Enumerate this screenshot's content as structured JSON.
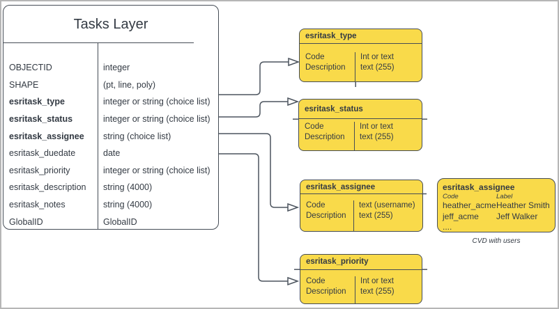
{
  "colors": {
    "box_fill": "#f9da4a",
    "box_stroke": "#454c55",
    "connector": "#4c545e",
    "text": "#333a43",
    "frame_border": "#b6b6b6"
  },
  "tasks_layer": {
    "title": "Tasks Layer",
    "fields": [
      {
        "name": "OBJECTID",
        "type": "integer"
      },
      {
        "name": "SHAPE",
        "type": "(pt, line, poly)"
      },
      {
        "name": "esritask_type",
        "type": "integer or string (choice list)"
      },
      {
        "name": "esritask_status",
        "type": "integer or string (choice list)"
      },
      {
        "name": "esritask_assignee",
        "type": "string (choice list)"
      },
      {
        "name": "esritask_duedate",
        "type": "date"
      },
      {
        "name": "esritask_priority",
        "type": "integer or string (choice list)"
      },
      {
        "name": "esritask_description",
        "type": "string (4000)"
      },
      {
        "name": "esritask_notes",
        "type": "string (4000)"
      },
      {
        "name": "GlobalID",
        "type": "GlobalID"
      }
    ]
  },
  "domain_tables": [
    {
      "title": "esritask_type",
      "fields": [
        "Code",
        "Description"
      ],
      "types": [
        "Int or text",
        "text (255)"
      ]
    },
    {
      "title": "esritask_status",
      "fields": [
        "Code",
        "Description"
      ],
      "types": [
        "Int or text",
        "text (255)"
      ]
    },
    {
      "title": "esritask_assignee",
      "fields": [
        "Code",
        "Description"
      ],
      "types": [
        "text (username)",
        "text (255)"
      ]
    },
    {
      "title": "esritask_priority",
      "fields": [
        "Code",
        "Description"
      ],
      "types": [
        "Int or text",
        "text (255)"
      ]
    }
  ],
  "cvd_table": {
    "title": "esritask_assignee",
    "columns": [
      "Code",
      "Label"
    ],
    "rows": [
      [
        "heather_acme",
        "Heather Smith"
      ],
      [
        "jeff_acme",
        "Jeff Walker"
      ]
    ],
    "ellipsis": "....",
    "caption": "CVD with users"
  }
}
